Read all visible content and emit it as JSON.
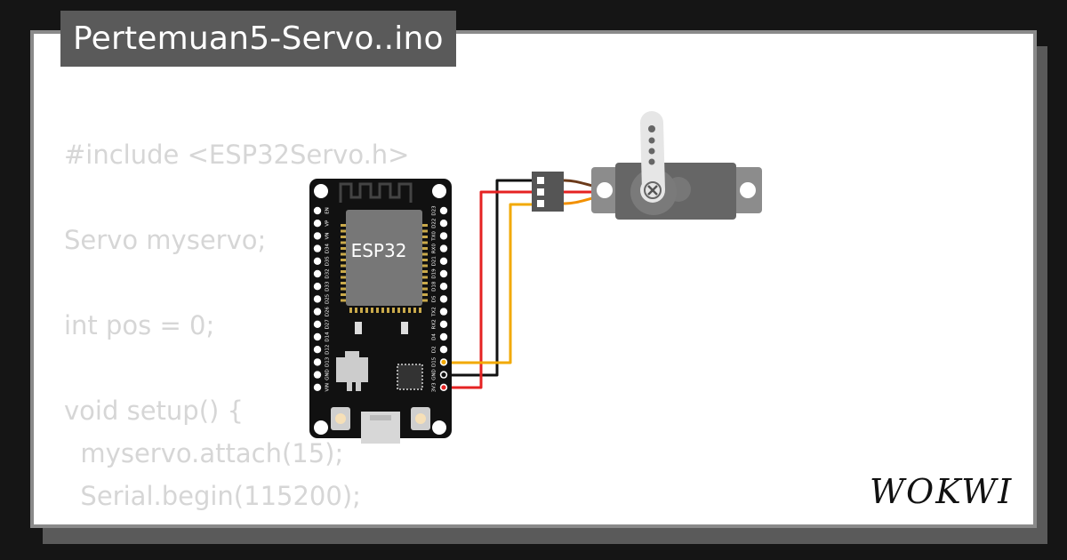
{
  "header": {
    "filename": "Pertemuan5-Servo..ino"
  },
  "code": {
    "lines": [
      "#include <ESP32Servo.h>",
      "",
      "Servo myservo;",
      "",
      "int pos = 0;",
      "",
      "void setup() {",
      "  myservo.attach(15);",
      "  Serial.begin(115200);",
      "}"
    ]
  },
  "board": {
    "label": "ESP32",
    "left_pins": [
      "EN",
      "VP",
      "VN",
      "D34",
      "D35",
      "D32",
      "D33",
      "D25",
      "D26",
      "D27",
      "D14",
      "D12",
      "D13",
      "GND",
      "VIN"
    ],
    "right_pins": [
      "D23",
      "D22",
      "TX0",
      "RX0",
      "D21",
      "D19",
      "D18",
      "D5",
      "TX2",
      "RX2",
      "D4",
      "D2",
      "D15",
      "GND",
      "3V3"
    ]
  },
  "brand": {
    "logo_text": "WOKWI"
  },
  "colors": {
    "background": "#151515",
    "card": "#ffffff",
    "card_border": "#8a8a8a",
    "title_bg": "#5a5a5a",
    "code_text": "#d6d6d6",
    "board": "#111111",
    "chip": "#777777",
    "chip_pins": "#c9a94a",
    "wire_black": "#111111",
    "wire_red": "#e52222",
    "wire_orange": "#f2a900",
    "servo_body": "#666666"
  }
}
